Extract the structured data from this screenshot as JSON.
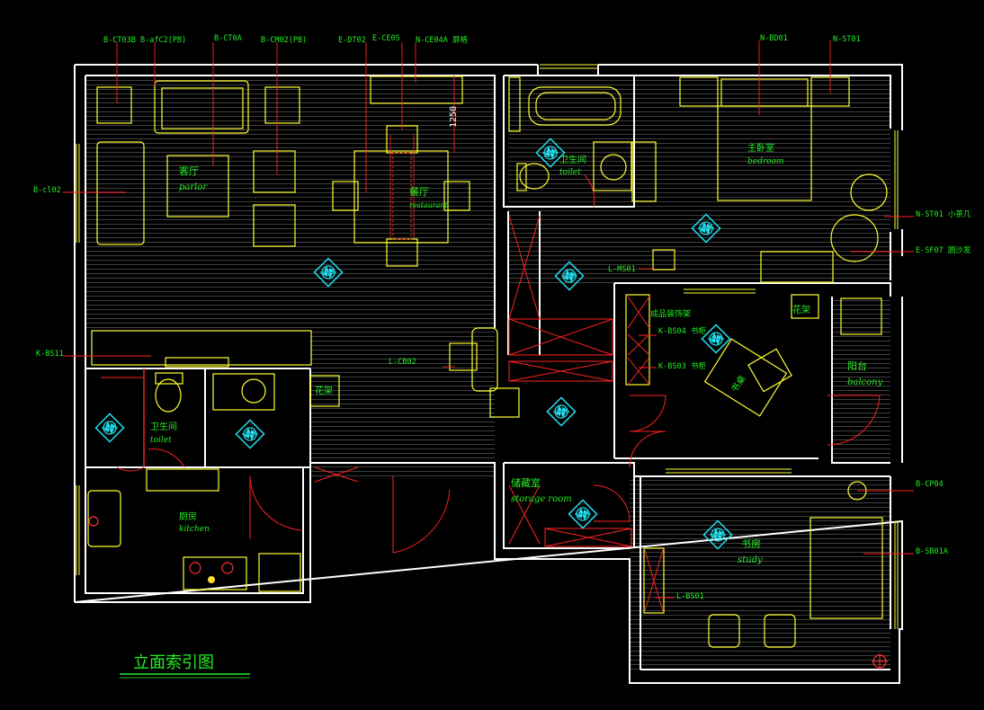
{
  "title": "立面索引图",
  "dimension": "1250",
  "rooms": [
    {
      "id": "parlor",
      "cn": "客厅",
      "en": "parlor"
    },
    {
      "id": "restaurant",
      "cn": "餐厅",
      "en": "restaurant"
    },
    {
      "id": "toilet1",
      "cn": "卫生间",
      "en": "toilet"
    },
    {
      "id": "bedroom",
      "cn": "主卧室",
      "en": "bedroom"
    },
    {
      "id": "toilet2",
      "cn": "卫生间",
      "en": "toilet"
    },
    {
      "id": "kitchen",
      "cn": "厨房",
      "en": "kitchen"
    },
    {
      "id": "balcony",
      "cn": "阳台",
      "en": "balcony"
    },
    {
      "id": "storage",
      "cn": "储藏室",
      "en": "storage room"
    },
    {
      "id": "study",
      "cn": "书房",
      "en": "study"
    }
  ],
  "labels": {
    "flower1": "花架",
    "flower2": "花架",
    "shelf": "成品装饰架",
    "desk_tag": "书桌"
  },
  "tags": [
    "B-CT03B",
    "B-afC2(PB)",
    "B-CT0A",
    "B-CM02(PB)",
    "E-DT02",
    "E-CE0S",
    "N-CE04A 屏格",
    "N-BD01",
    "N-ST01",
    "B-cl02",
    "N-ST01 小茶几",
    "E-SF07 圆沙发",
    "L-MS01",
    "K-BS11",
    "L-CB02",
    "K-BS04 书柜",
    "K-BS03 书柜",
    "B-CP04",
    "B-SB01A",
    "L-BS01"
  ]
}
